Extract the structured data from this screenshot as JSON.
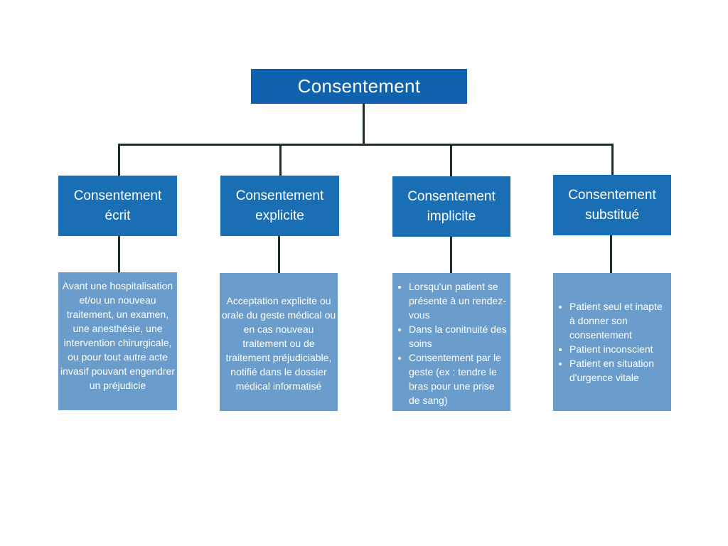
{
  "root": {
    "label": "Consentement"
  },
  "categories": [
    {
      "title_line1": "Consentement",
      "title_line2": "écrit"
    },
    {
      "title_line1": "Consentement",
      "title_line2": "explicite"
    },
    {
      "title_line1": "Consentement",
      "title_line2": "implicite"
    },
    {
      "title_line1": "Consentement",
      "title_line2": "substitué"
    }
  ],
  "descriptions": {
    "ecrit": "Avant une hospitalisation et/ou un nouveau traitement, un examen, une anesthésie, une intervention chirurgicale, ou pour tout autre acte invasif pouvant engendrer un préjudicie",
    "explicite": "Acceptation explicite ou orale du geste médical ou en cas  nouveau traitement ou de traitement préjudiciable, notifié dans le dossier médical informatisé",
    "implicite": [
      "Lorsqu'un patient se présente à un rendez-vous",
      "Dans la conitnuité des soins",
      "Consentement par le geste (ex : tendre le bras pour une prise de sang)"
    ],
    "substitue": [
      "Patient seul et inapte à donner son consentement",
      "Patient inconscient",
      "Patient en situation d'urgence vitale"
    ]
  },
  "colors": {
    "root": "#0f62ae",
    "category": "#1a6eb3",
    "description": "#6a9dcb",
    "connector": "#1e2e2e"
  }
}
